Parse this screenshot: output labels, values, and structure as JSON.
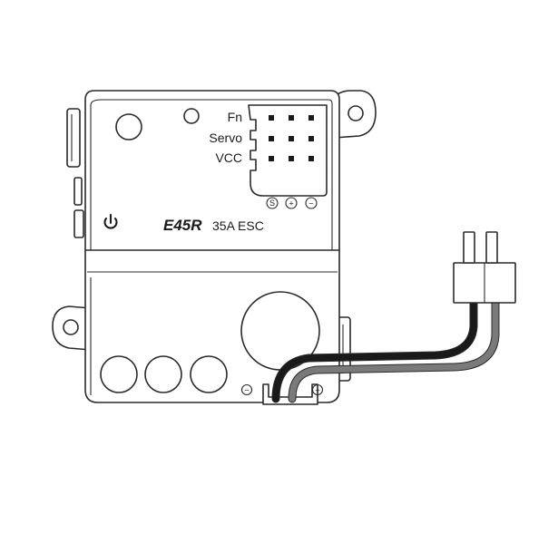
{
  "device": {
    "model": "E45R",
    "spec": "35A ESC",
    "power_icon": "power-icon",
    "ports": {
      "fn_label": "Fn",
      "servo_label": "Servo",
      "vcc_label": "VCC",
      "pin_symbols": [
        "S",
        "+",
        "−"
      ]
    },
    "wire_polarity": {
      "negative": "−",
      "positive": "+"
    }
  },
  "colors": {
    "outline": "#2a2a2a",
    "wire_black": "#1a1a1a",
    "wire_gray": "#7a7a7a",
    "background": "#ffffff"
  }
}
